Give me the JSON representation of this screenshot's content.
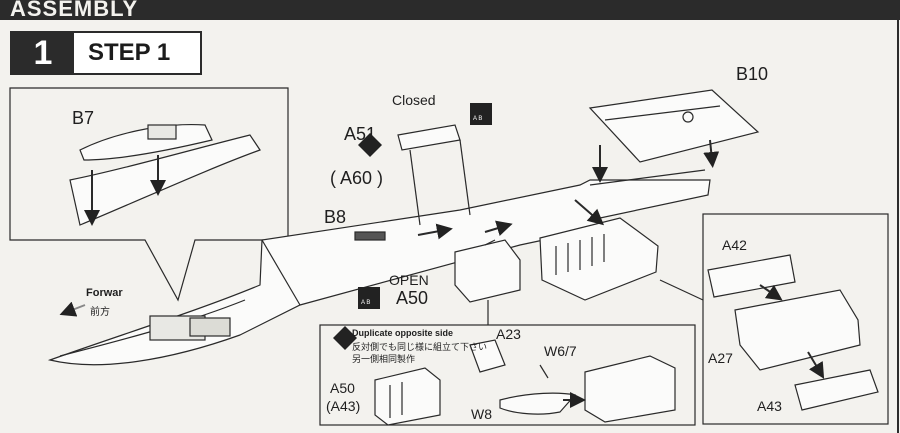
{
  "header": {
    "section_title": "ASSEMBLY",
    "step_number": "1",
    "step_title": "STEP 1"
  },
  "callouts": {
    "b7": "B7",
    "b8": "B8",
    "b10": "B10",
    "a51": "A51",
    "a60": "( A60 )",
    "closed": "Closed",
    "open": "OPEN",
    "a50_main": "A50",
    "a42": "A42",
    "a27": "A27",
    "a43_right": "A43",
    "a23": "A23",
    "w6_7": "W6/7",
    "w8": "W8",
    "a50_inset": "A50",
    "a43_inset": "(A43)"
  },
  "direction": {
    "forward_en": "Forwar",
    "forward_cn": "前方"
  },
  "note": {
    "title_en": "Duplicate opposite side",
    "line_jp": "反対側でも同じ様に組立て下さい",
    "line_cn": "另一側相同製作"
  },
  "symbol_text": {
    "ab": "A  B"
  }
}
